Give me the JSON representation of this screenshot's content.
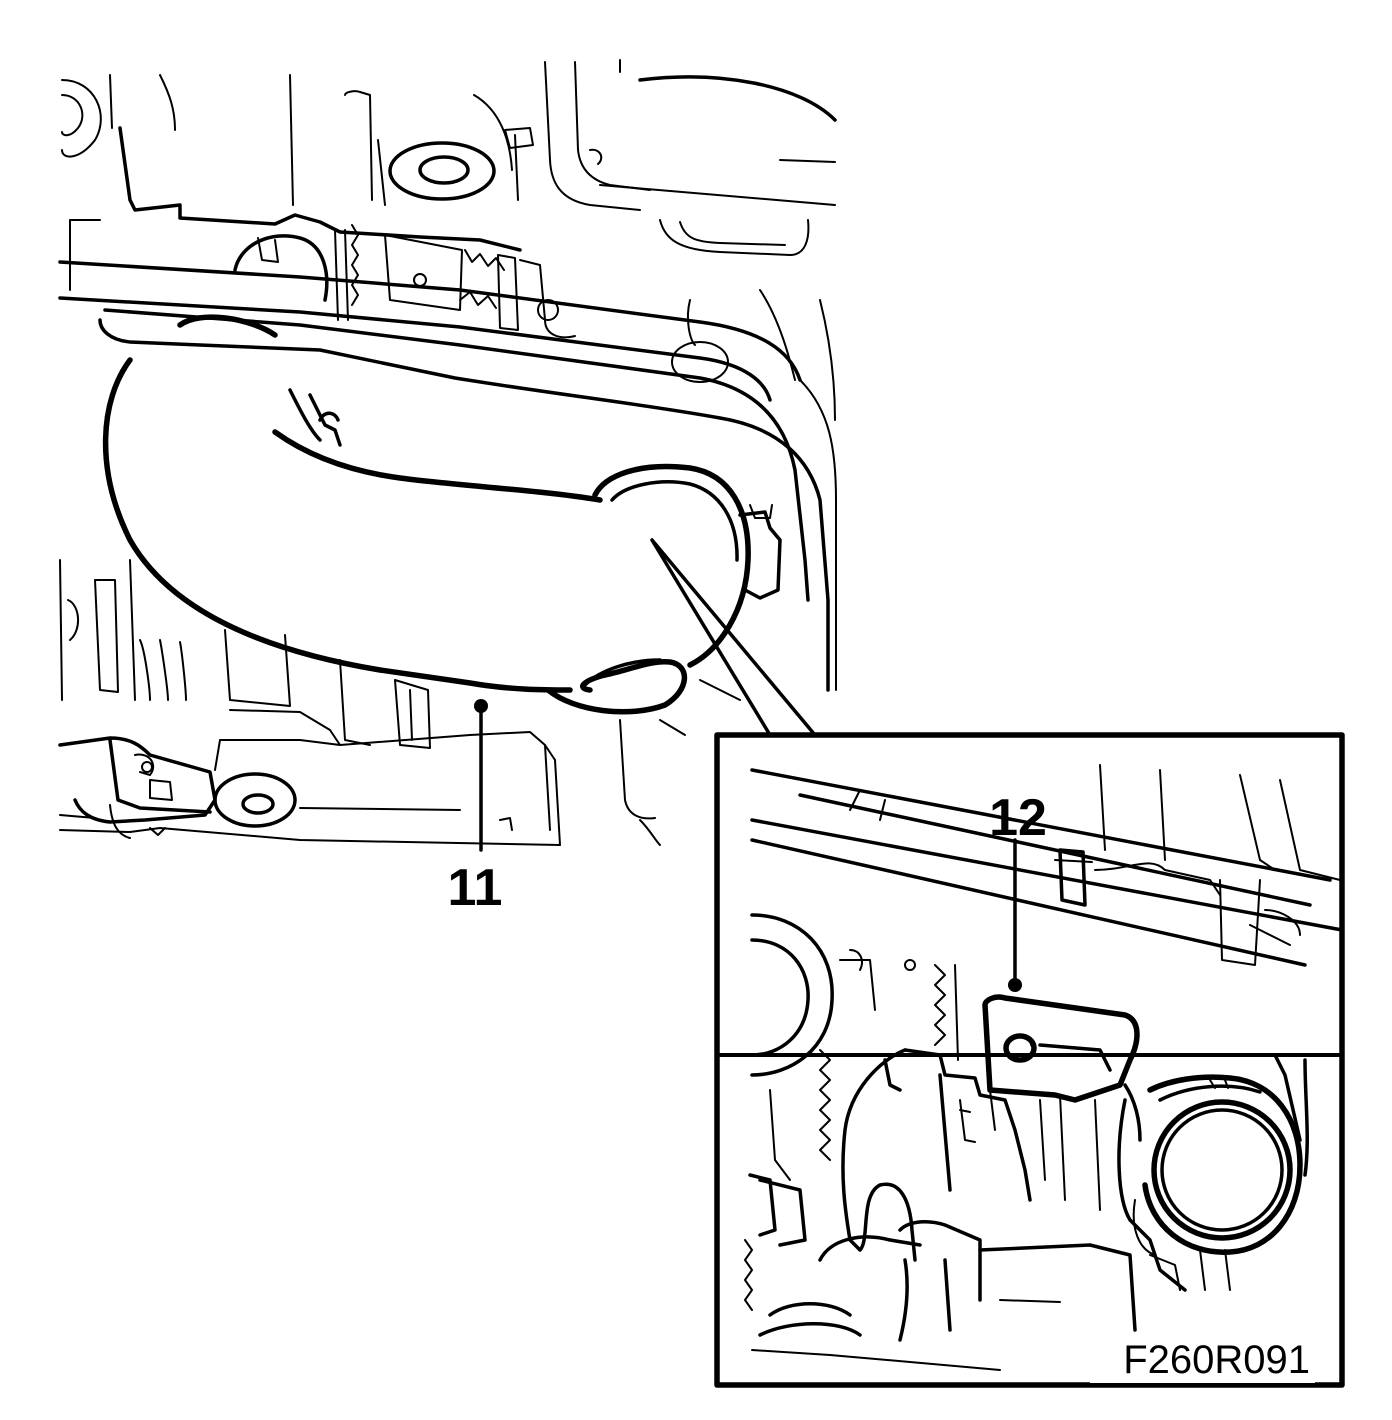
{
  "callouts": {
    "part_11": "11",
    "part_12": "12"
  },
  "figure_code": "F260R091",
  "colors": {
    "ink": "#000000",
    "paper": "#ffffff"
  }
}
